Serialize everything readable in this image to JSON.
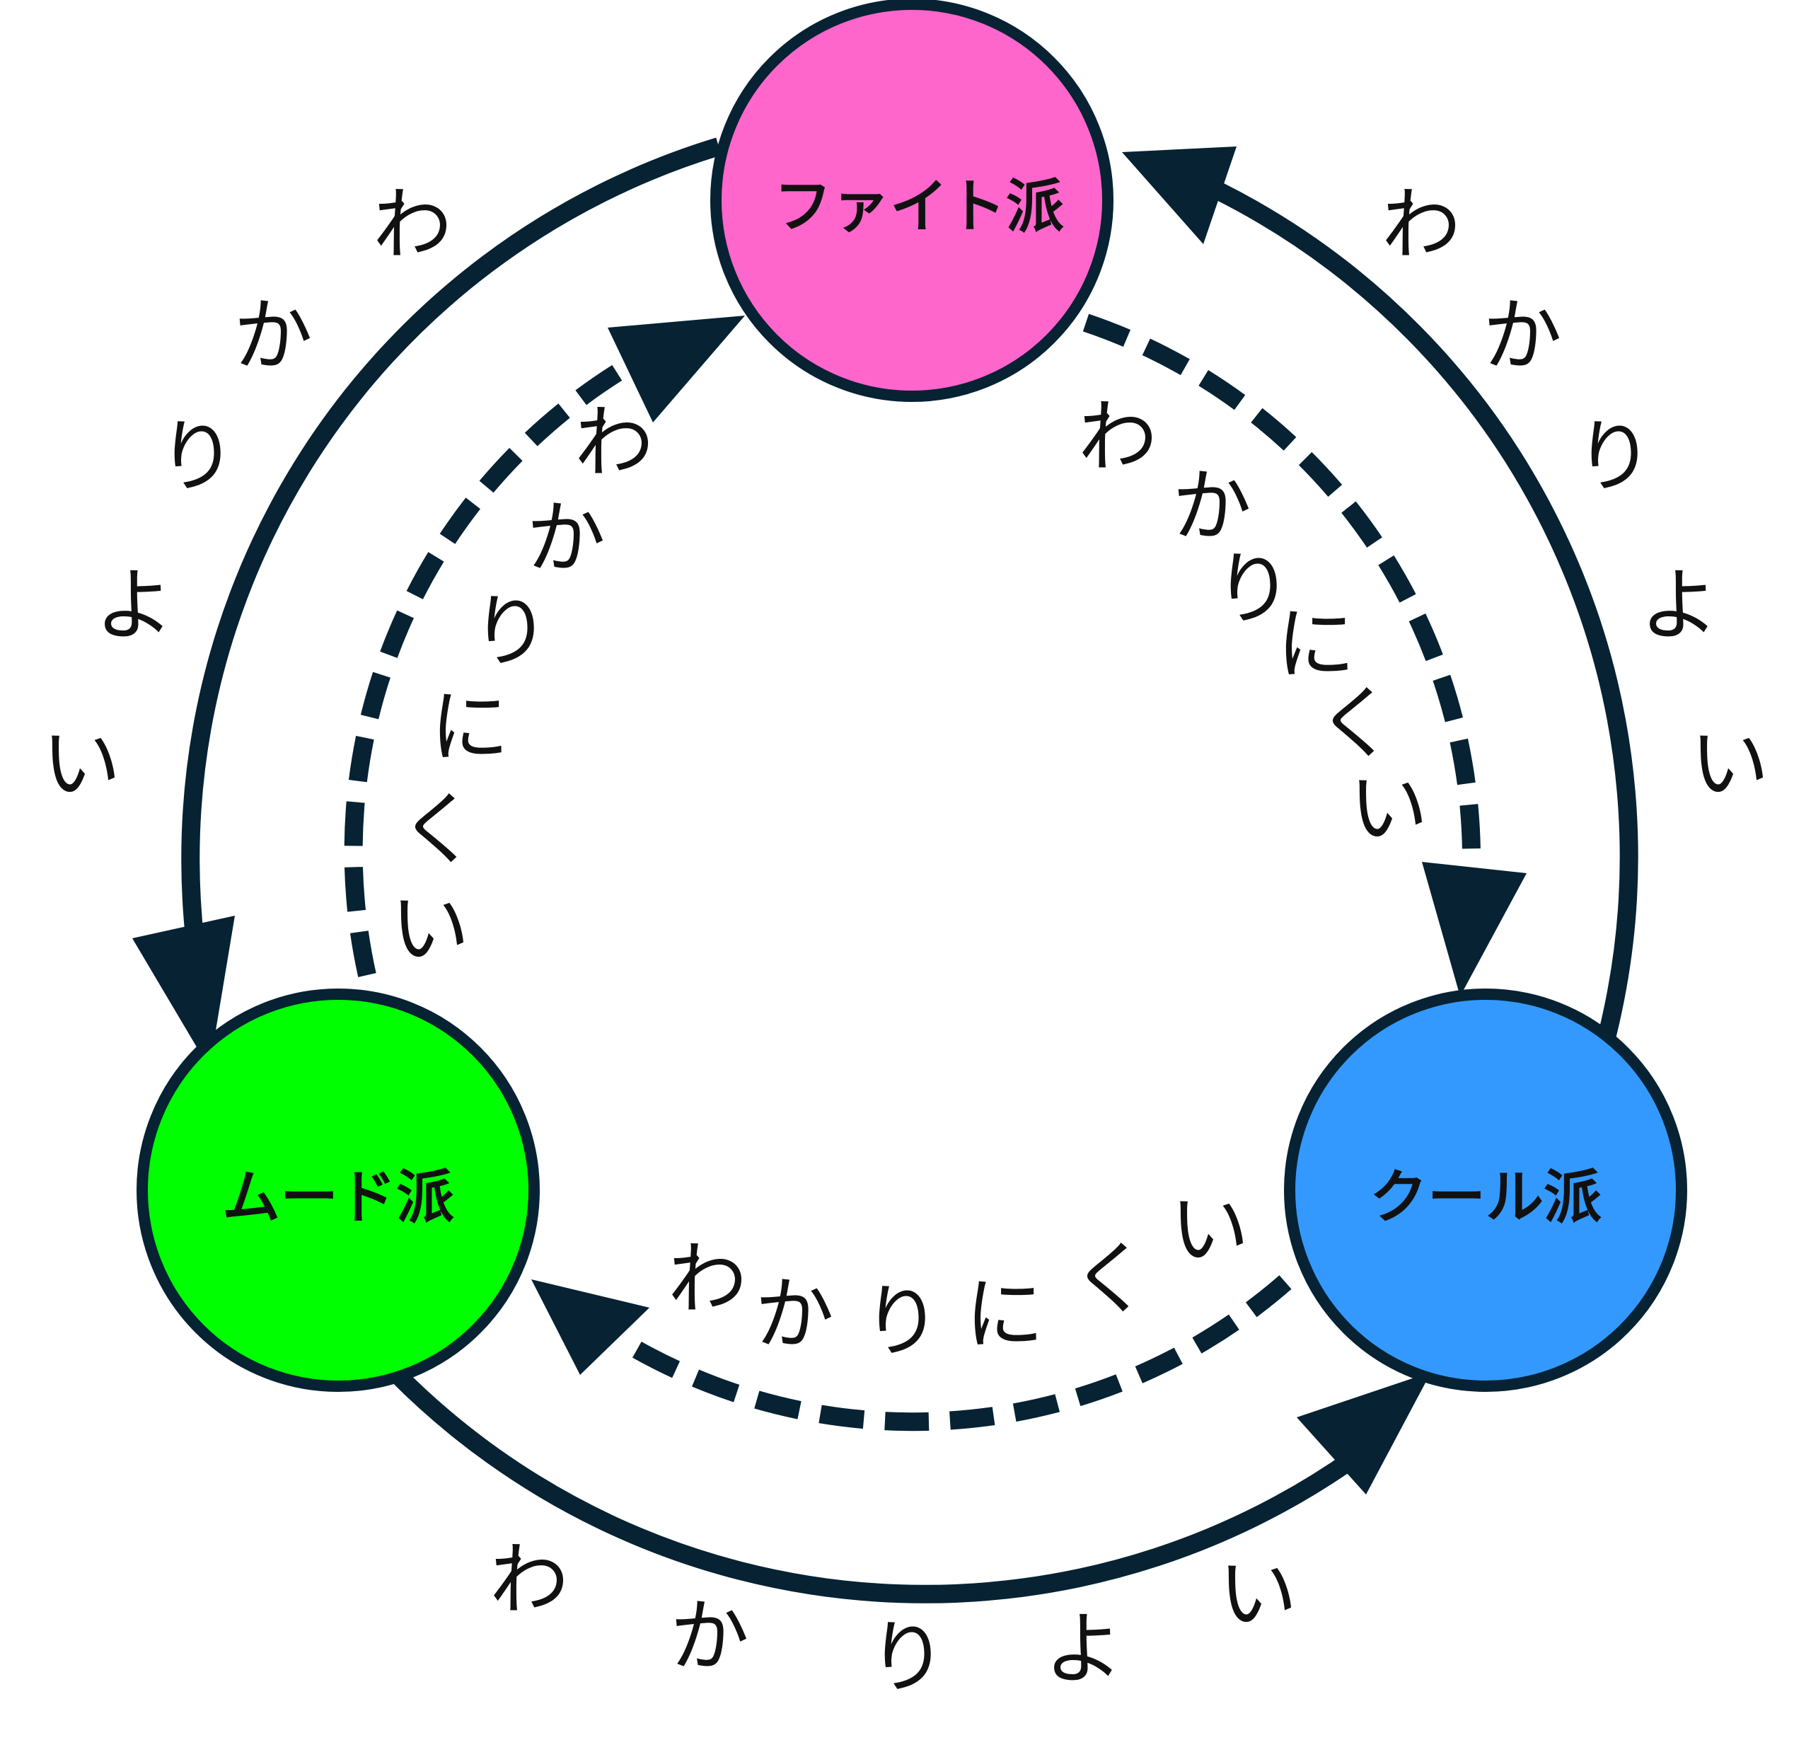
{
  "colors": {
    "stroke": "#062233",
    "fight": "#ff66cc",
    "mood": "#00ff00",
    "cool": "#3399ff",
    "text": "#111111",
    "background": "#ffffff"
  },
  "nodes": {
    "fight": {
      "label": "ファイト派"
    },
    "mood": {
      "label": "ムード派"
    },
    "cool": {
      "label": "クール派"
    }
  },
  "edges": {
    "fight_to_mood": {
      "text": "わかりよい",
      "style": "solid"
    },
    "mood_to_cool": {
      "text": "わかりよい",
      "style": "solid"
    },
    "cool_to_fight": {
      "text": "わかりよい",
      "style": "solid"
    },
    "mood_to_fight": {
      "text": "わかりにくい",
      "style": "dashed"
    },
    "fight_to_cool": {
      "text": "わかりにくい",
      "style": "dashed"
    },
    "cool_to_mood": {
      "text": "わかりにくい",
      "style": "dashed"
    }
  }
}
